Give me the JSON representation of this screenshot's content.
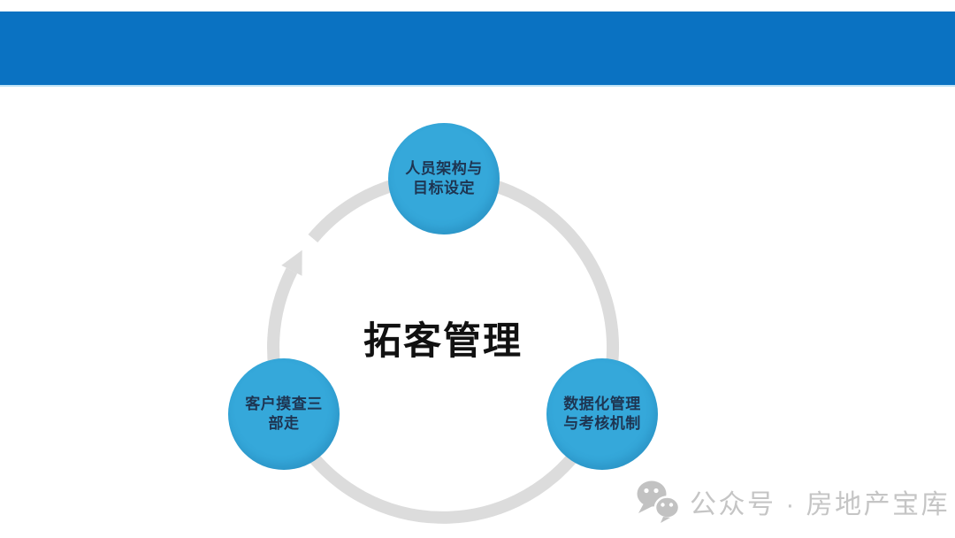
{
  "slide": {
    "colors": {
      "header_blue": "#0a72c2",
      "header_edge": "#bfe3f6",
      "node_blue": "#35a8da",
      "node_text": "#1e3552",
      "ring_gray": "#dcdcdc",
      "title_black": "#111111",
      "watermark_gray": "#c5c5c5"
    },
    "diagram": {
      "type": "cycle",
      "center_title": "拓客管理",
      "nodes": [
        {
          "position": "top",
          "line1": "人员架构与",
          "line2": "目标设定"
        },
        {
          "position": "left",
          "line1": "客户摸查三",
          "line2": "部走"
        },
        {
          "position": "right",
          "line1": "数据化管理",
          "line2": "与考核机制"
        }
      ]
    },
    "watermark": {
      "icon": "wechat-icon",
      "text": "公众号 · 房地产宝库"
    }
  }
}
